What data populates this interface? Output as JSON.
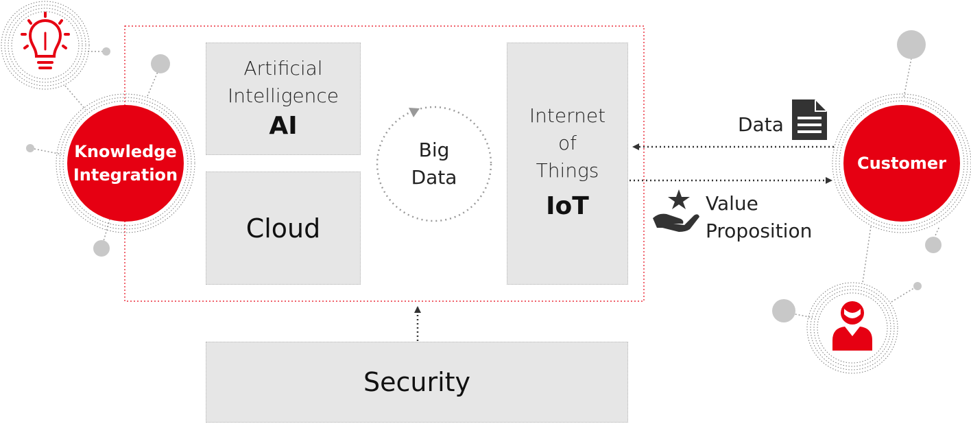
{
  "knowledge": {
    "line1": "Knowledge",
    "line2": "Integration",
    "icon": "lightbulb-icon"
  },
  "ai_box": {
    "line1": "Artificial",
    "line2": "Intelligence",
    "abbr": "AI"
  },
  "cloud_box": {
    "label": "Cloud"
  },
  "big_data": {
    "line1": "Big",
    "line2": "Data"
  },
  "iot_box": {
    "line1": "Internet",
    "line2": "of",
    "line3": "Things",
    "abbr": "IoT"
  },
  "security_box": {
    "label": "Security"
  },
  "data_flow": {
    "label": "Data",
    "icon": "document-icon"
  },
  "value_flow": {
    "line1": "Value",
    "line2": "Proposition",
    "icon": "hand-star-icon"
  },
  "customer": {
    "label": "Customer",
    "icon": "person-icon"
  },
  "colors": {
    "accent": "#e60012",
    "box": "#e6e6e6",
    "node": "#c8c8c8",
    "dark": "#333333"
  }
}
